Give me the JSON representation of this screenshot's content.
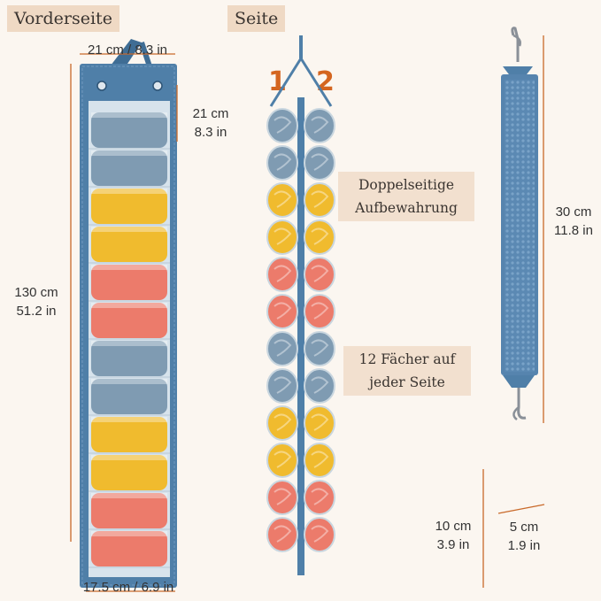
{
  "labels": {
    "front_view": "Vorderseite",
    "side_view": "Seite",
    "side_one": "1",
    "side_two": "2",
    "feature_double_line1": "Doppelseitige",
    "feature_double_line2": "Aufbewahrung",
    "feature_pockets_line1": "12 Fächer auf",
    "feature_pockets_line2": "jeder Seite"
  },
  "dimensions": {
    "top_width": "21 cm / 8.3 in",
    "top_height_cm": "21 cm",
    "top_height_in": "8.3 in",
    "total_height_cm": "130 cm",
    "total_height_in": "51.2 in",
    "bottom_width": "17.5 cm / 6.9 in",
    "strap_length_cm": "30 cm",
    "strap_length_in": "11.8 in",
    "depth_cm": "10 cm",
    "depth_in": "3.9 in",
    "side_width_cm": "5 cm",
    "side_width_in": "1.9 in"
  },
  "colors": {
    "background": "#fbf6f0",
    "accent": "#d4651f",
    "organizer_blue": "#4f7fa8",
    "roll_gray": "#7f9bb2",
    "roll_yellow": "#f0bb2e",
    "roll_coral": "#ec7b6b"
  }
}
